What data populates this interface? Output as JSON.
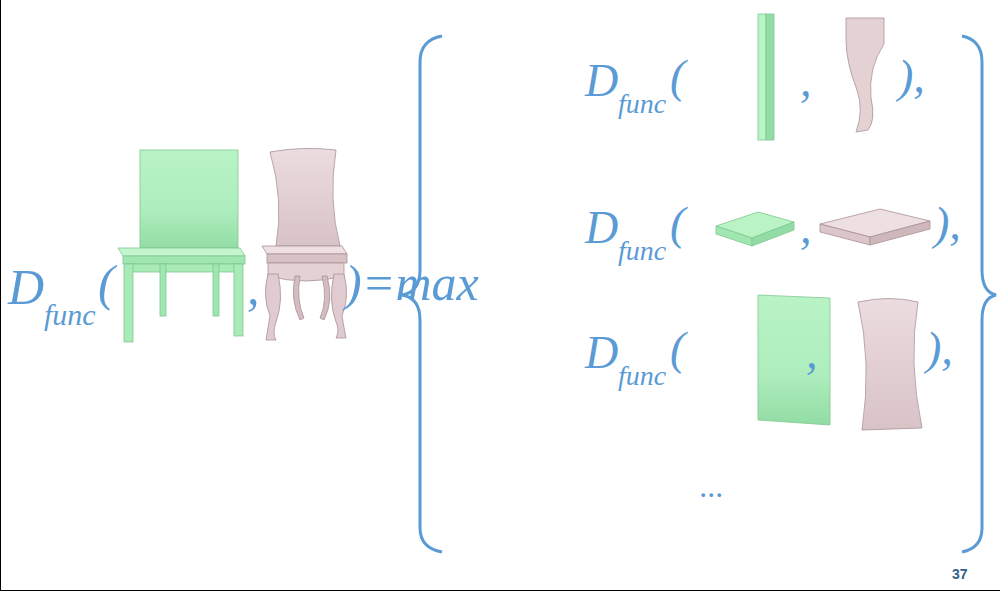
{
  "diagram": {
    "labels": [
      "D",
      "func",
      "(",
      ",",
      ")=max",
      "D",
      "func",
      "(",
      ",",
      "),",
      "D",
      "func",
      "(",
      ",",
      "),",
      "D",
      "func",
      "(",
      ",",
      "),",
      "...",
      "37"
    ]
  }
}
